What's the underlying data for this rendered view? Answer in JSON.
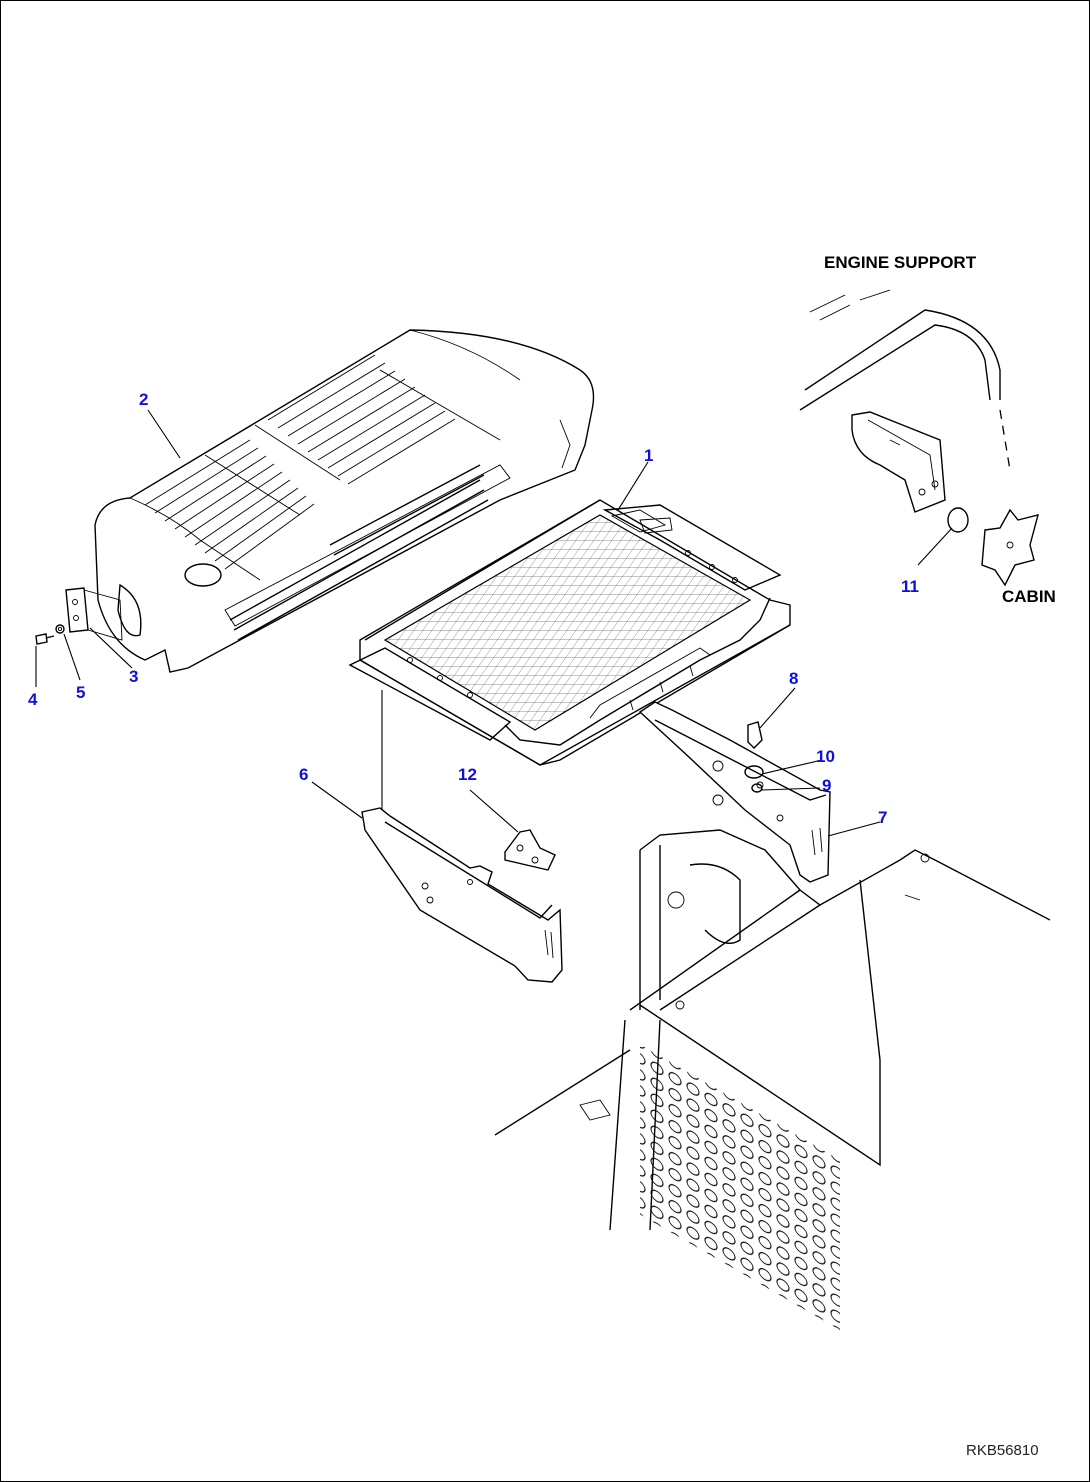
{
  "diagram": {
    "labels": {
      "engine_support": "ENGINE SUPPORT",
      "cabin": "CABIN"
    },
    "figure_id": "RKB56810",
    "callouts": [
      "1",
      "2",
      "3",
      "4",
      "5",
      "6",
      "7",
      "8",
      "9",
      "10",
      "11",
      "12"
    ]
  }
}
